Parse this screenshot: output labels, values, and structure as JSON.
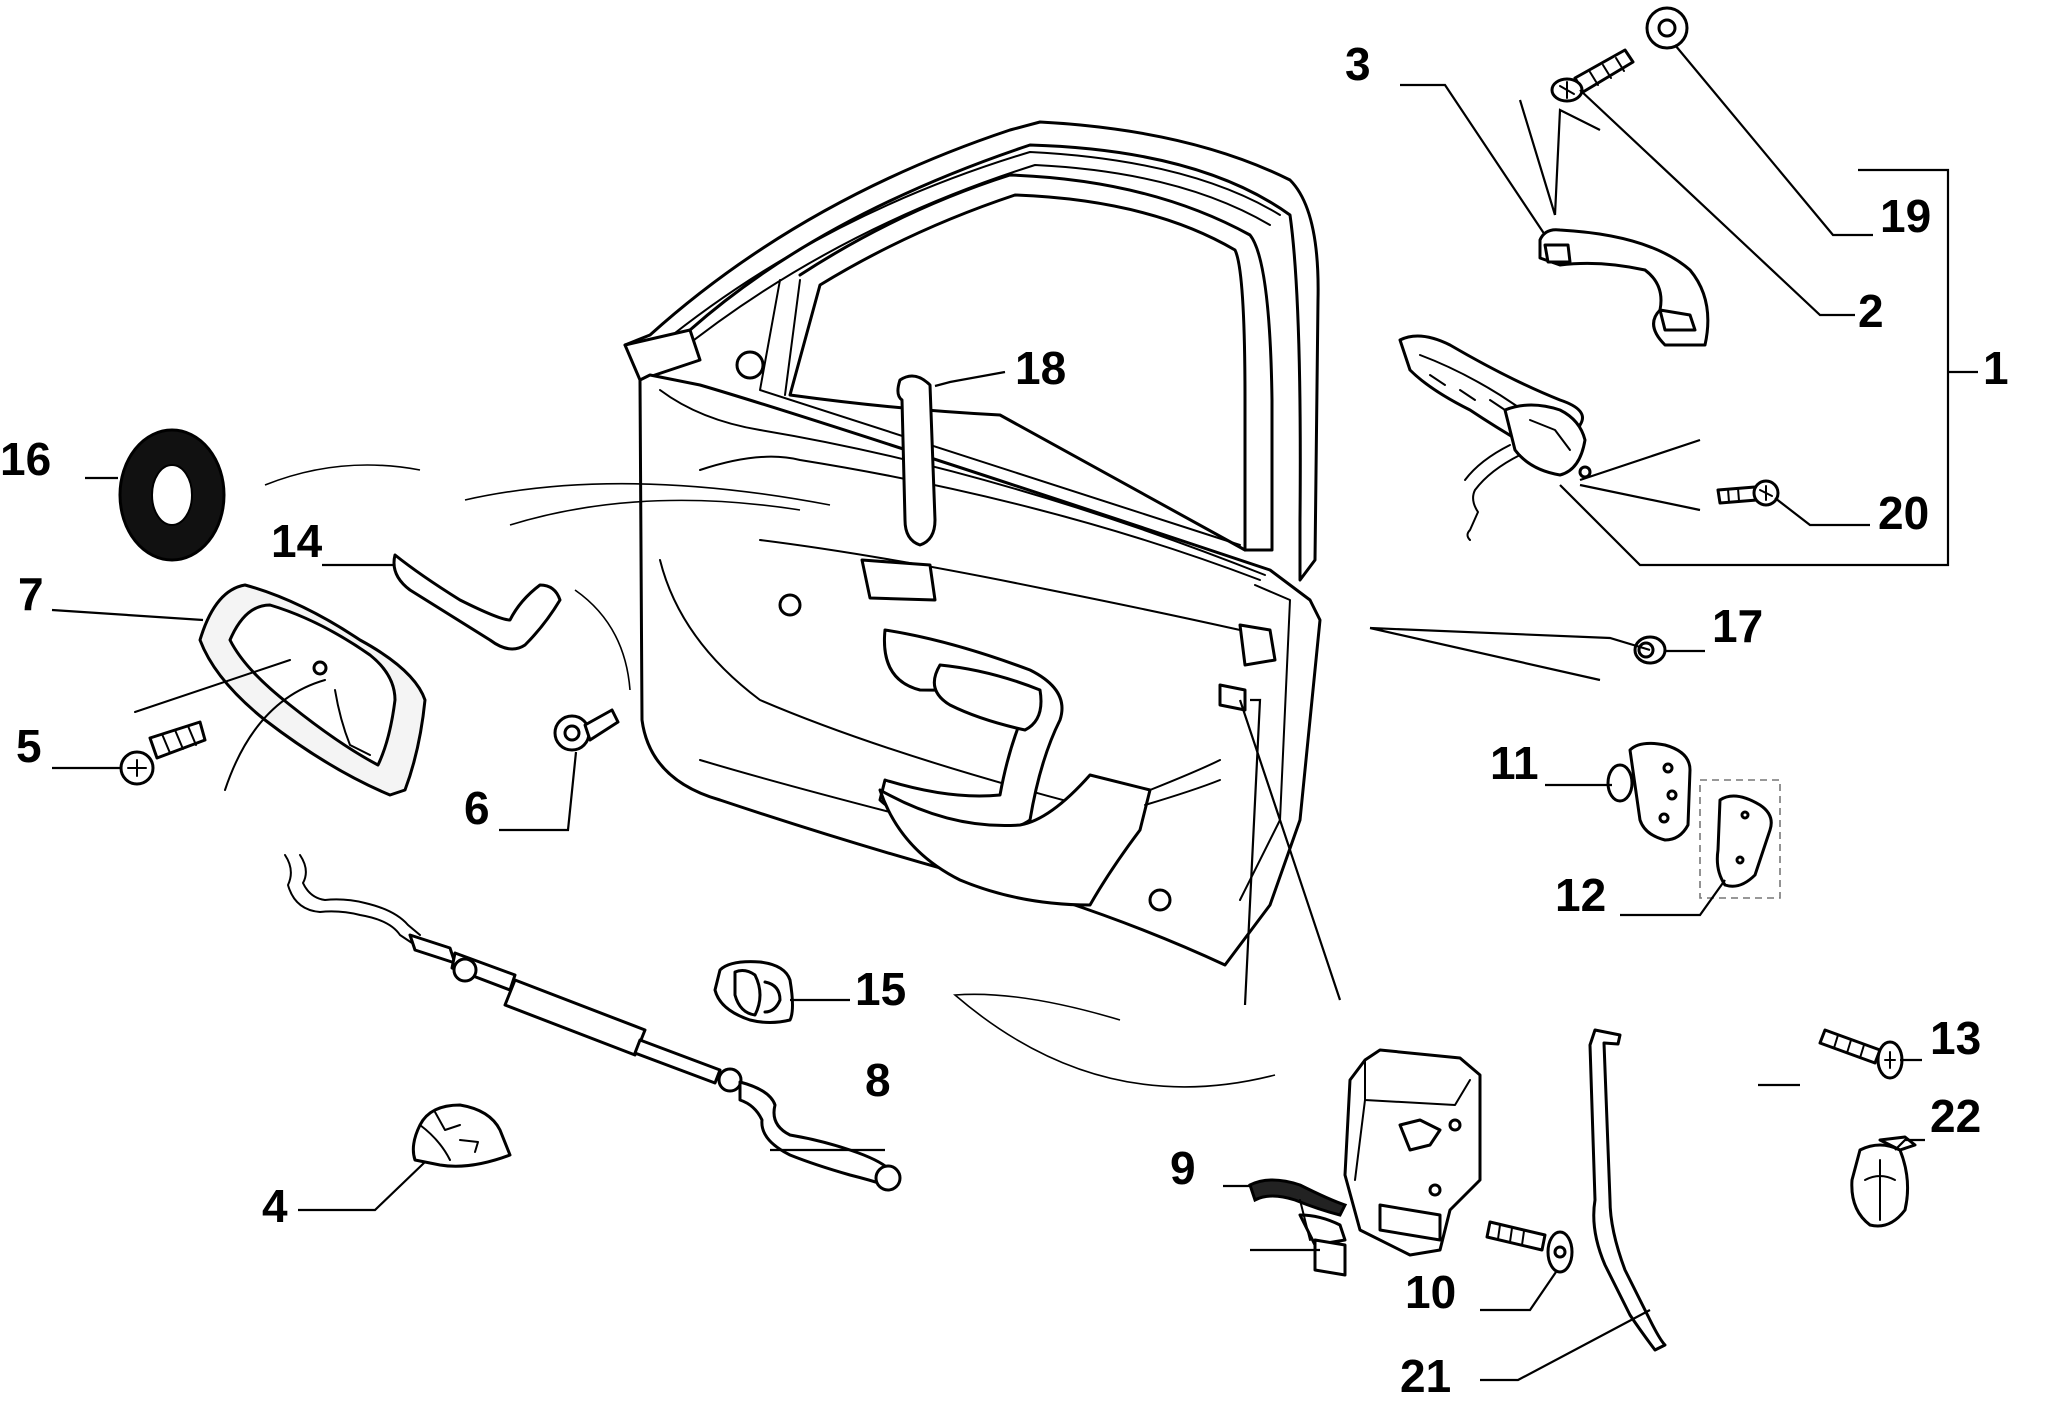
{
  "callouts": {
    "c1": "1",
    "c2": "2",
    "c3": "3",
    "c4": "4",
    "c5": "5",
    "c6": "6",
    "c7": "7",
    "c8": "8",
    "c9": "9",
    "c10": "10",
    "c11": "11",
    "c12": "12",
    "c13": "13",
    "c14": "14",
    "c15": "15",
    "c16": "16",
    "c17": "17",
    "c18": "18",
    "c19": "19",
    "c20": "20",
    "c21": "21",
    "c22": "22"
  },
  "colors": {
    "ink": "#000000",
    "paper": "#ffffff"
  }
}
